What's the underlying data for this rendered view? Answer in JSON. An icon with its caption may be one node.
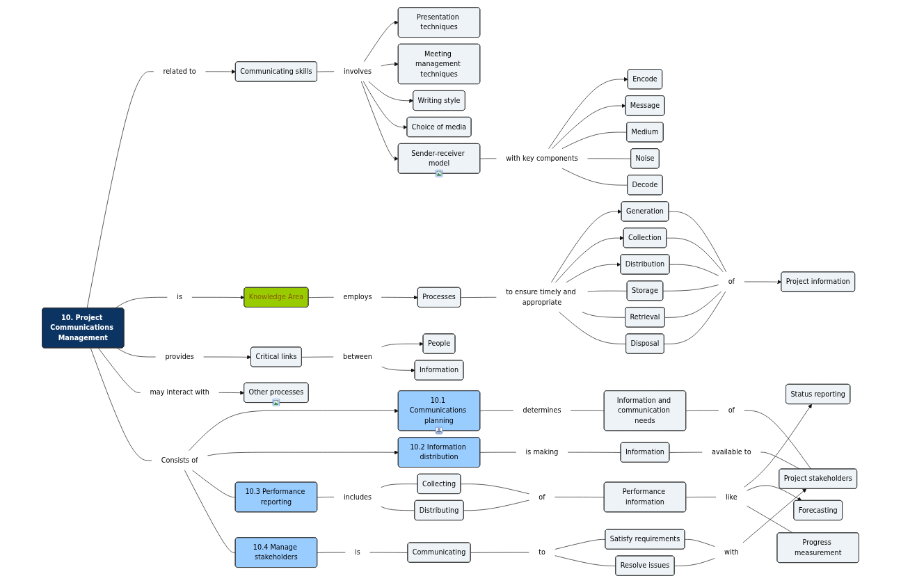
{
  "diagram": {
    "nodes": [
      {
        "text": [
          "Presentation techniques"
        ]
      },
      {
        "text": [
          "Meeting management techniques"
        ]
      },
      {
        "text": [
          "Generation"
        ]
      },
      {
        "text": [
          "Writing style"
        ]
      },
      {
        "text": [
          "Collection"
        ]
      },
      {
        "text": [
          "Choice of media"
        ]
      },
      {
        "text": [
          "to ensure timely and appropriate"
        ]
      },
      {
        "text": [
          "Processes"
        ]
      },
      {
        "text": [
          "Distribution"
        ]
      },
      {
        "text": [
          "of"
        ]
      },
      {
        "text": [
          "involves"
        ]
      },
      {
        "text": [
          "Project information"
        ]
      },
      {
        "text": [
          "employs"
        ]
      },
      {
        "text": [
          "Storage"
        ]
      },
      {
        "text": [
          "Sender-receiver model"
        ]
      },
      {
        "text": [
          "Encode"
        ]
      },
      {
        "text": [
          "Retrieval"
        ]
      },
      {
        "text": [
          "with key components"
        ]
      },
      {
        "text": [
          "Knowledge Area"
        ]
      },
      {
        "text": [
          "Communicating skills"
        ]
      },
      {
        "text": [
          "Message"
        ]
      },
      {
        "text": [
          "Disposal"
        ]
      },
      {
        "text": [
          "is"
        ]
      },
      {
        "text": [
          "related to"
        ]
      },
      {
        "text": [
          "Medium"
        ]
      },
      {
        "text": [
          "Noise"
        ]
      },
      {
        "text": [
          "Decode"
        ]
      },
      {
        "text": [
          "People"
        ]
      },
      {
        "text": [
          "10. Project Communications Management"
        ]
      },
      {
        "text": [
          "10.1 Communications planning"
        ]
      },
      {
        "text": [
          "provides"
        ]
      },
      {
        "text": [
          "Critical links"
        ]
      },
      {
        "text": [
          "between"
        ]
      },
      {
        "text": [
          "Information"
        ]
      },
      {
        "text": [
          "Consists of"
        ]
      },
      {
        "text": [
          "may interact with"
        ]
      },
      {
        "text": [
          "Other processes"
        ]
      },
      {
        "text": [
          "10.2 Information distribution"
        ]
      },
      {
        "text": [
          "10.3 Performance reporting"
        ]
      },
      {
        "text": [
          "10.4 Manage stakeholders"
        ]
      },
      {
        "text": [
          "is making"
        ]
      },
      {
        "text": [
          "is"
        ]
      },
      {
        "text": [
          "includes"
        ]
      },
      {
        "text": [
          "Communicating"
        ]
      },
      {
        "text": [
          "determines"
        ]
      },
      {
        "text": [
          "Collecting"
        ]
      },
      {
        "text": [
          "Distributing"
        ]
      },
      {
        "text": [
          "to"
        ]
      },
      {
        "text": [
          "Information"
        ]
      },
      {
        "text": [
          "of"
        ]
      },
      {
        "text": [
          "Information and communication needs"
        ]
      },
      {
        "text": [
          "Resolve issues"
        ]
      },
      {
        "text": [
          "Satisfy requirements"
        ]
      },
      {
        "text": [
          "Performance information"
        ]
      },
      {
        "text": [
          "available to"
        ]
      },
      {
        "text": [
          "of"
        ]
      },
      {
        "text": [
          "like"
        ]
      },
      {
        "text": [
          "Forecasting"
        ]
      },
      {
        "text": [
          "Status reporting"
        ]
      },
      {
        "text": [
          "Progress measurement"
        ]
      },
      {
        "text": [
          "with"
        ]
      },
      {
        "text": [
          "Project stakeholders"
        ]
      }
    ],
    "edges": [
      {
        "from": 28,
        "to": 23,
        "arrow": "none"
      },
      {
        "from": 23,
        "to": 19,
        "arrow": "to"
      },
      {
        "from": 19,
        "to": 10,
        "arrow": "none"
      },
      {
        "from": 10,
        "to": 0,
        "arrow": "to"
      },
      {
        "from": 10,
        "to": 1,
        "arrow": "to"
      },
      {
        "from": 10,
        "to": 3,
        "arrow": "to"
      },
      {
        "from": 10,
        "to": 5,
        "arrow": "to"
      },
      {
        "from": 10,
        "to": 14,
        "arrow": "to"
      },
      {
        "from": 14,
        "to": 17,
        "arrow": "none"
      },
      {
        "from": 17,
        "to": 15,
        "arrow": "to"
      },
      {
        "from": 17,
        "to": 20,
        "arrow": "to"
      },
      {
        "from": 17,
        "to": 24,
        "arrow": "none"
      },
      {
        "from": 17,
        "to": 25,
        "arrow": "none"
      },
      {
        "from": 17,
        "to": 26,
        "arrow": "none"
      },
      {
        "from": 28,
        "to": 22,
        "arrow": "none"
      },
      {
        "from": 22,
        "to": 18,
        "arrow": "to"
      },
      {
        "from": 18,
        "to": 12,
        "arrow": "none"
      },
      {
        "from": 12,
        "to": 7,
        "arrow": "to"
      },
      {
        "from": 7,
        "to": 6,
        "arrow": "none"
      },
      {
        "from": 6,
        "to": 2,
        "arrow": "to"
      },
      {
        "from": 6,
        "to": 4,
        "arrow": "to"
      },
      {
        "from": 6,
        "to": 8,
        "arrow": "to"
      },
      {
        "from": 6,
        "to": 13,
        "arrow": "none"
      },
      {
        "from": 6,
        "to": 16,
        "arrow": "none"
      },
      {
        "from": 6,
        "to": 21,
        "arrow": "none"
      },
      {
        "from": 2,
        "to": 9,
        "arrow": "none"
      },
      {
        "from": 4,
        "to": 9,
        "arrow": "none"
      },
      {
        "from": 8,
        "to": 9,
        "arrow": "none"
      },
      {
        "from": 13,
        "to": 9,
        "arrow": "none"
      },
      {
        "from": 16,
        "to": 9,
        "arrow": "none"
      },
      {
        "from": 21,
        "to": 9,
        "arrow": "none"
      },
      {
        "from": 9,
        "to": 11,
        "arrow": "to"
      },
      {
        "from": 28,
        "to": 30,
        "arrow": "none"
      },
      {
        "from": 30,
        "to": 31,
        "arrow": "to"
      },
      {
        "from": 31,
        "to": 32,
        "arrow": "none"
      },
      {
        "from": 32,
        "to": 27,
        "arrow": "to"
      },
      {
        "from": 32,
        "to": 33,
        "arrow": "to"
      },
      {
        "from": 28,
        "to": 35,
        "arrow": "none"
      },
      {
        "from": 35,
        "to": 36,
        "arrow": "to"
      },
      {
        "from": 28,
        "to": 34,
        "arrow": "none"
      },
      {
        "from": 34,
        "to": 29,
        "arrow": "to"
      },
      {
        "from": 34,
        "to": 37,
        "arrow": "to"
      },
      {
        "from": 34,
        "to": 38,
        "arrow": "none"
      },
      {
        "from": 34,
        "to": 39,
        "arrow": "none"
      },
      {
        "from": 29,
        "to": 44,
        "arrow": "none"
      },
      {
        "from": 44,
        "to": 50,
        "arrow": "none"
      },
      {
        "from": 50,
        "to": 55,
        "arrow": "none"
      },
      {
        "from": 55,
        "to": 61,
        "arrow": "none"
      },
      {
        "from": 37,
        "to": 40,
        "arrow": "none"
      },
      {
        "from": 40,
        "to": 48,
        "arrow": "none"
      },
      {
        "from": 48,
        "to": 54,
        "arrow": "none"
      },
      {
        "from": 54,
        "to": 61,
        "arrow": "none"
      },
      {
        "from": 38,
        "to": 42,
        "arrow": "none"
      },
      {
        "from": 42,
        "to": 45,
        "arrow": "none"
      },
      {
        "from": 42,
        "to": 46,
        "arrow": "none"
      },
      {
        "from": 45,
        "to": 49,
        "arrow": "none"
      },
      {
        "from": 46,
        "to": 49,
        "arrow": "none"
      },
      {
        "from": 49,
        "to": 53,
        "arrow": "none"
      },
      {
        "from": 53,
        "to": 56,
        "arrow": "none"
      },
      {
        "from": 56,
        "to": 58,
        "arrow": "to"
      },
      {
        "from": 56,
        "to": 57,
        "arrow": "to"
      },
      {
        "from": 56,
        "to": 59,
        "arrow": "none"
      },
      {
        "from": 39,
        "to": 41,
        "arrow": "none"
      },
      {
        "from": 41,
        "to": 43,
        "arrow": "none"
      },
      {
        "from": 43,
        "to": 47,
        "arrow": "none"
      },
      {
        "from": 47,
        "to": 52,
        "arrow": "none"
      },
      {
        "from": 47,
        "to": 51,
        "arrow": "none"
      },
      {
        "from": 52,
        "to": 60,
        "arrow": "none"
      },
      {
        "from": 51,
        "to": 60,
        "arrow": "none"
      },
      {
        "from": 60,
        "to": 61,
        "arrow": "to"
      }
    ]
  }
}
